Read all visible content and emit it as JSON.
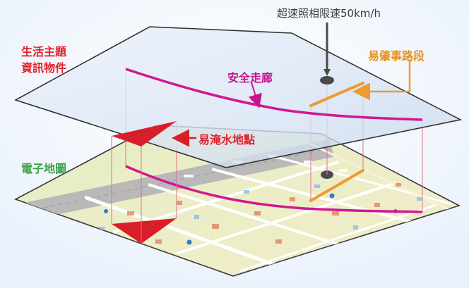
{
  "diagram": {
    "labels": {
      "speed_camera": "超速照相限速50km/h",
      "theme_layer": "生活主題\n資訊物件",
      "safe_corridor": "安全走廊",
      "accident_road": "易肇事路段",
      "flood_point": "易淹水地點",
      "e_map": "電子地圖"
    },
    "layers": [
      "theme-layer",
      "map-layer"
    ],
    "colors": {
      "corridor": "#d01890",
      "accident": "#ee9a30",
      "flood": "#d81e28",
      "map_ground": "#eaf0c8",
      "theme_plane": "#dbe6f6"
    }
  }
}
